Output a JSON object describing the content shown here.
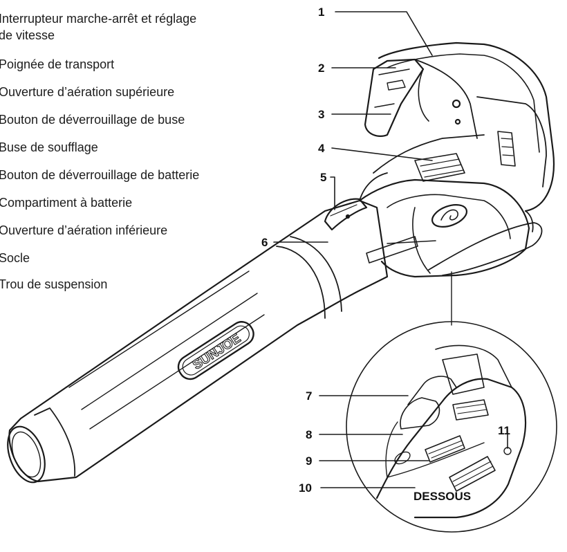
{
  "legend": {
    "items": [
      "Interrupteur marche-arrêt et réglage",
      "de vitesse",
      "Poignée de transport",
      "Ouverture d’aération supérieure",
      "Bouton de déverrouillage de buse",
      "Buse de soufflage",
      "Bouton de déverrouillage de batterie",
      "Compartiment à batterie",
      "Ouverture d’aération inférieure",
      "Socle",
      "Trou de suspension"
    ]
  },
  "callouts": {
    "n1": "1",
    "n2": "2",
    "n3": "3",
    "n4": "4",
    "n5": "5",
    "n6": "6",
    "n7": "7",
    "n8": "8",
    "n9": "9",
    "n10": "10",
    "n11": "11"
  },
  "labels": {
    "dessous": "DESSOUS",
    "brand": "SUNJOE"
  }
}
